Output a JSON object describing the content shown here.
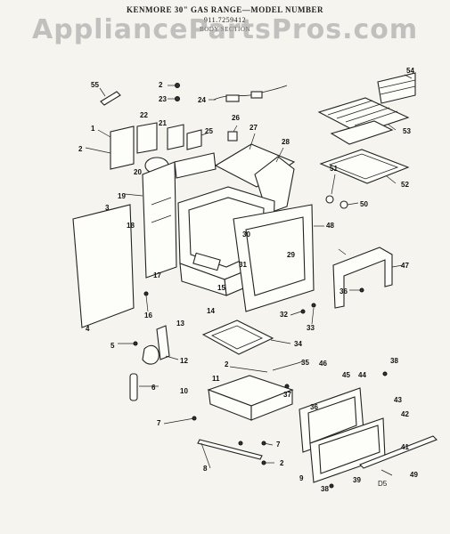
{
  "header": {
    "title": "KENMORE 30\" GAS RANGE—MODEL NUMBER",
    "model_number": "911.7259412",
    "section": "BODY SECTION"
  },
  "watermark": "AppliancePartsPros.com",
  "figure_code": "D5",
  "callouts": [
    "55",
    "2",
    "23",
    "24",
    "54",
    "1",
    "22",
    "21",
    "25",
    "26",
    "27",
    "28",
    "53",
    "2",
    "20",
    "51",
    "52",
    "19",
    "3",
    "50",
    "18",
    "48",
    "30",
    "31",
    "17",
    "29",
    "47",
    "15",
    "36",
    "16",
    "13",
    "14",
    "32",
    "33",
    "4",
    "34",
    "5",
    "12",
    "35",
    "38",
    "2",
    "46",
    "45",
    "44",
    "6",
    "11",
    "37",
    "36",
    "43",
    "10",
    "42",
    "7",
    "7",
    "41",
    "8",
    "2",
    "49",
    "9",
    "39",
    "38"
  ]
}
